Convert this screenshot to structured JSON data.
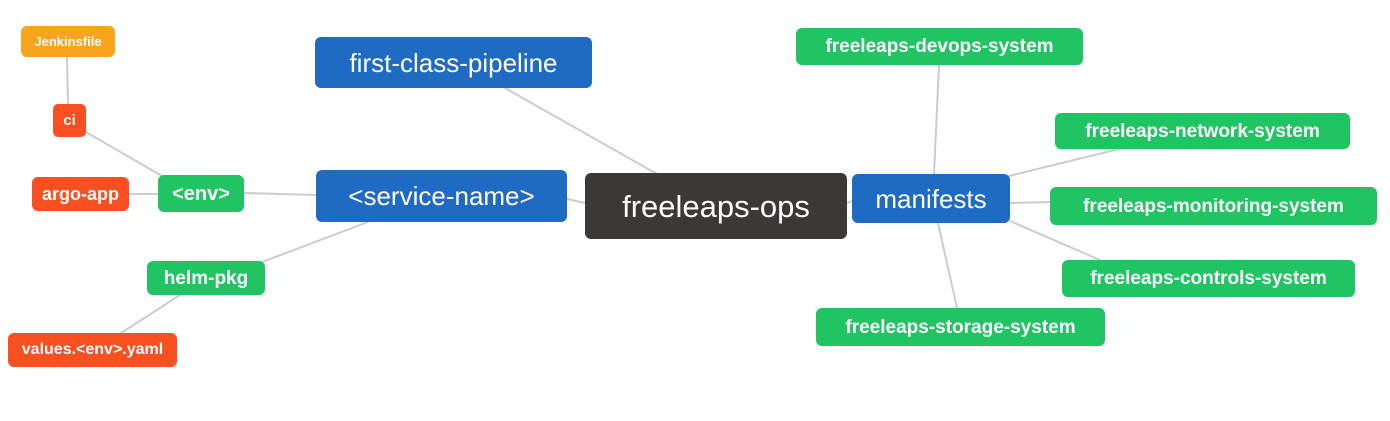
{
  "canvas": {
    "background": "#ffffff",
    "edge_color": "#cccccc"
  },
  "palette": {
    "blue": "#1f6bc4",
    "green": "#21c463",
    "orange": "#f9a41d",
    "red_orange": "#f94f21",
    "dark": "#3b3838",
    "text": "#ffffff"
  },
  "diagram": {
    "type": "mindmap",
    "root": "freeleaps_ops"
  },
  "nodes": {
    "jenkinsfile": {
      "label": "Jenkinsfile",
      "color": "#f9a41d"
    },
    "ci": {
      "label": "ci",
      "color": "#f94f21"
    },
    "argo_app": {
      "label": "argo-app",
      "color": "#f94f21"
    },
    "env": {
      "label": "<env>",
      "color": "#21c463"
    },
    "helm_pkg": {
      "label": "helm-pkg",
      "color": "#21c463"
    },
    "values_env_yaml": {
      "label": "values.<env>.yaml",
      "color": "#f94f21"
    },
    "first_class_pipeline": {
      "label": "first-class-pipeline",
      "color": "#1f6bc4"
    },
    "service_name": {
      "label": "<service-name>",
      "color": "#1f6bc4"
    },
    "freeleaps_ops": {
      "label": "freeleaps-ops",
      "color": "#3b3838"
    },
    "manifests": {
      "label": "manifests",
      "color": "#1f6bc4"
    },
    "devops_system": {
      "label": "freeleaps-devops-system",
      "color": "#21c463"
    },
    "network_system": {
      "label": "freeleaps-network-system",
      "color": "#21c463"
    },
    "monitoring_system": {
      "label": "freeleaps-monitoring-system",
      "color": "#21c463"
    },
    "controls_system": {
      "label": "freeleaps-controls-system",
      "color": "#21c463"
    },
    "storage_system": {
      "label": "freeleaps-storage-system",
      "color": "#21c463"
    }
  },
  "edges": [
    {
      "from": "jenkinsfile",
      "to": "ci"
    },
    {
      "from": "ci",
      "to": "env"
    },
    {
      "from": "argo_app",
      "to": "env"
    },
    {
      "from": "env",
      "to": "service_name"
    },
    {
      "from": "helm_pkg",
      "to": "service_name"
    },
    {
      "from": "values_env_yaml",
      "to": "helm_pkg"
    },
    {
      "from": "first_class_pipeline",
      "to": "freeleaps_ops"
    },
    {
      "from": "service_name",
      "to": "freeleaps_ops"
    },
    {
      "from": "freeleaps_ops",
      "to": "manifests"
    },
    {
      "from": "manifests",
      "to": "devops_system"
    },
    {
      "from": "manifests",
      "to": "network_system"
    },
    {
      "from": "manifests",
      "to": "monitoring_system"
    },
    {
      "from": "manifests",
      "to": "controls_system"
    },
    {
      "from": "manifests",
      "to": "storage_system"
    }
  ]
}
